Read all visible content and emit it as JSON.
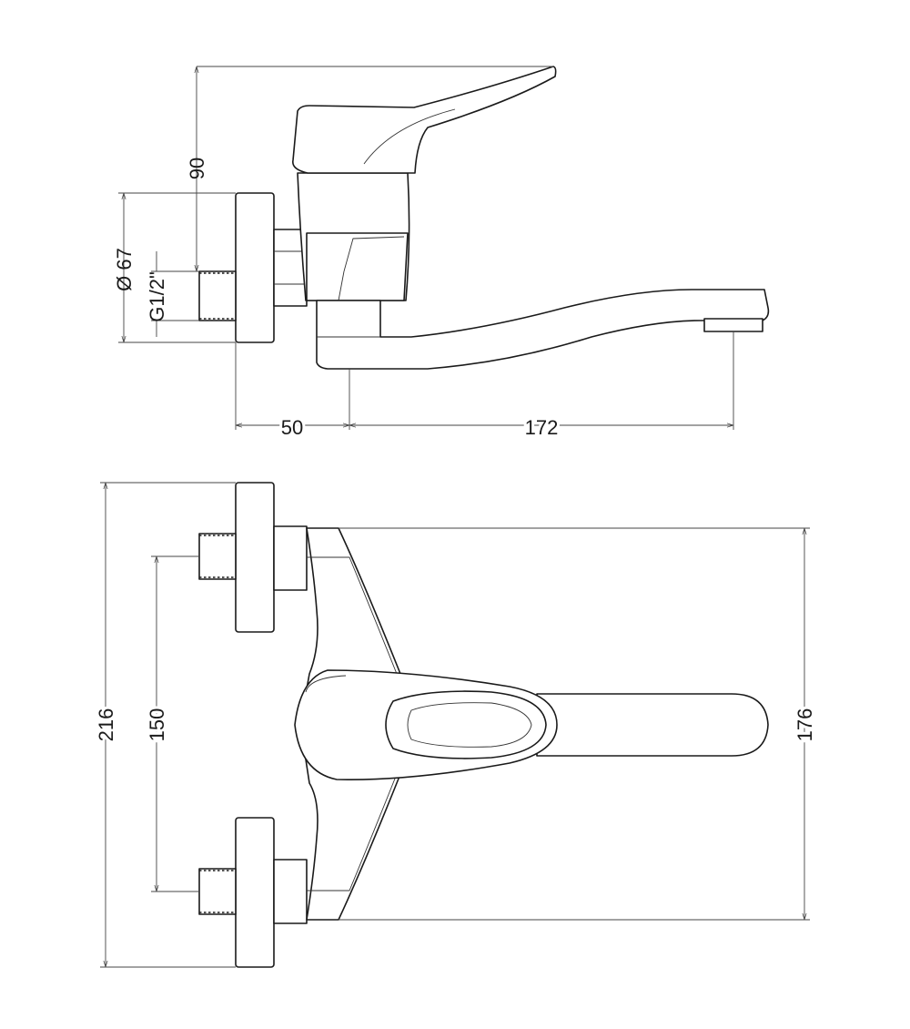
{
  "dimensions": {
    "height_90": "90",
    "diameter_67": "Ø 67",
    "thread_g12": "G1/2\"",
    "offset_50": "50",
    "reach_172": "172",
    "overall_216": "216",
    "spacing_150": "150",
    "body_176": "176"
  },
  "colors": {
    "line": "#1a1a1a",
    "background": "#ffffff"
  }
}
